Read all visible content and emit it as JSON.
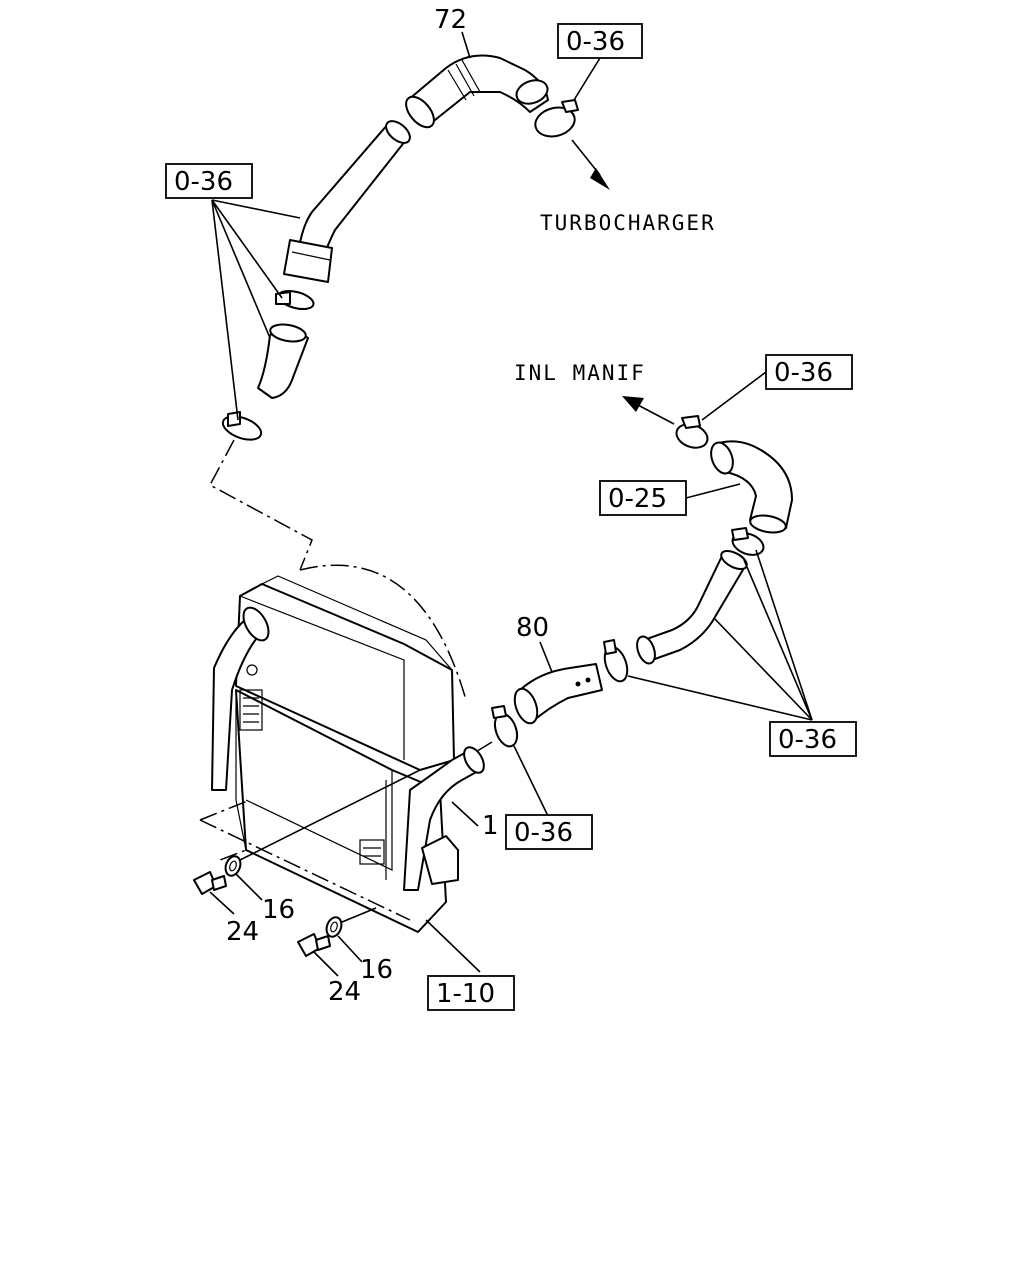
{
  "notes": {
    "turbocharger": "TURBOCHARGER",
    "inlet_manifold": "INL MANIF"
  },
  "part_numbers": {
    "p72": "72",
    "p80": "80",
    "p1": "1",
    "p16_a": "16",
    "p24_a": "24",
    "p16_b": "16",
    "p24_b": "24"
  },
  "references": {
    "ref_top_right": "0-36",
    "ref_top_left": "0-36",
    "ref_inlet_clamp": "0-36",
    "ref_inlet_hose": "0-25",
    "ref_right_clamps": "0-36",
    "ref_center_clamp": "0-36",
    "ref_intercooler_bracket": "1-10"
  }
}
